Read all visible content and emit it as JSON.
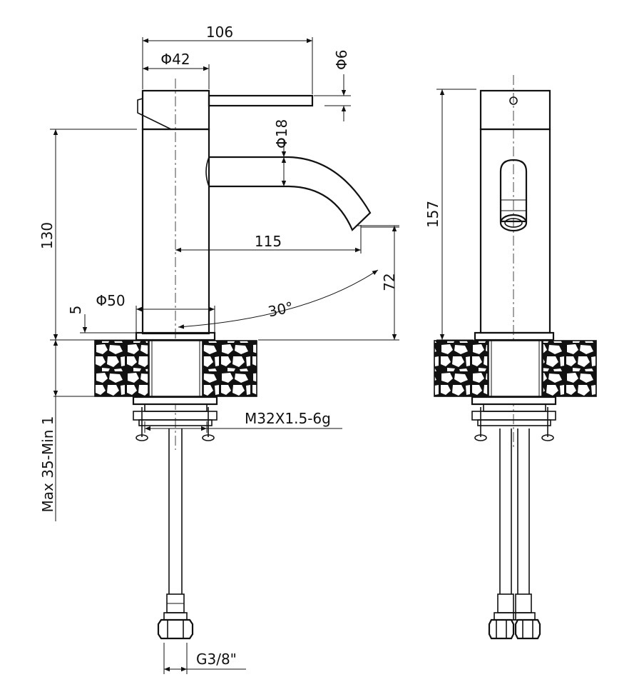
{
  "front_view": {
    "dim_overall_length": "106",
    "dim_body_diameter": "Φ42",
    "dim_handle_diameter": "Φ6",
    "dim_spout_diameter": "Φ18",
    "dim_height": "130",
    "dim_reach": "115",
    "dim_spout_height": "72",
    "dim_angle": "30°",
    "dim_base_diameter": "Φ50",
    "dim_base_thickness": "5",
    "dim_thread": "M32X1.5-6g",
    "dim_deck_thickness": "Max 35-Min 1",
    "dim_hose_thread": "G3/8\""
  },
  "side_view": {
    "dim_total_height": "157"
  },
  "colors": {
    "line": "#111111",
    "background": "#ffffff"
  }
}
